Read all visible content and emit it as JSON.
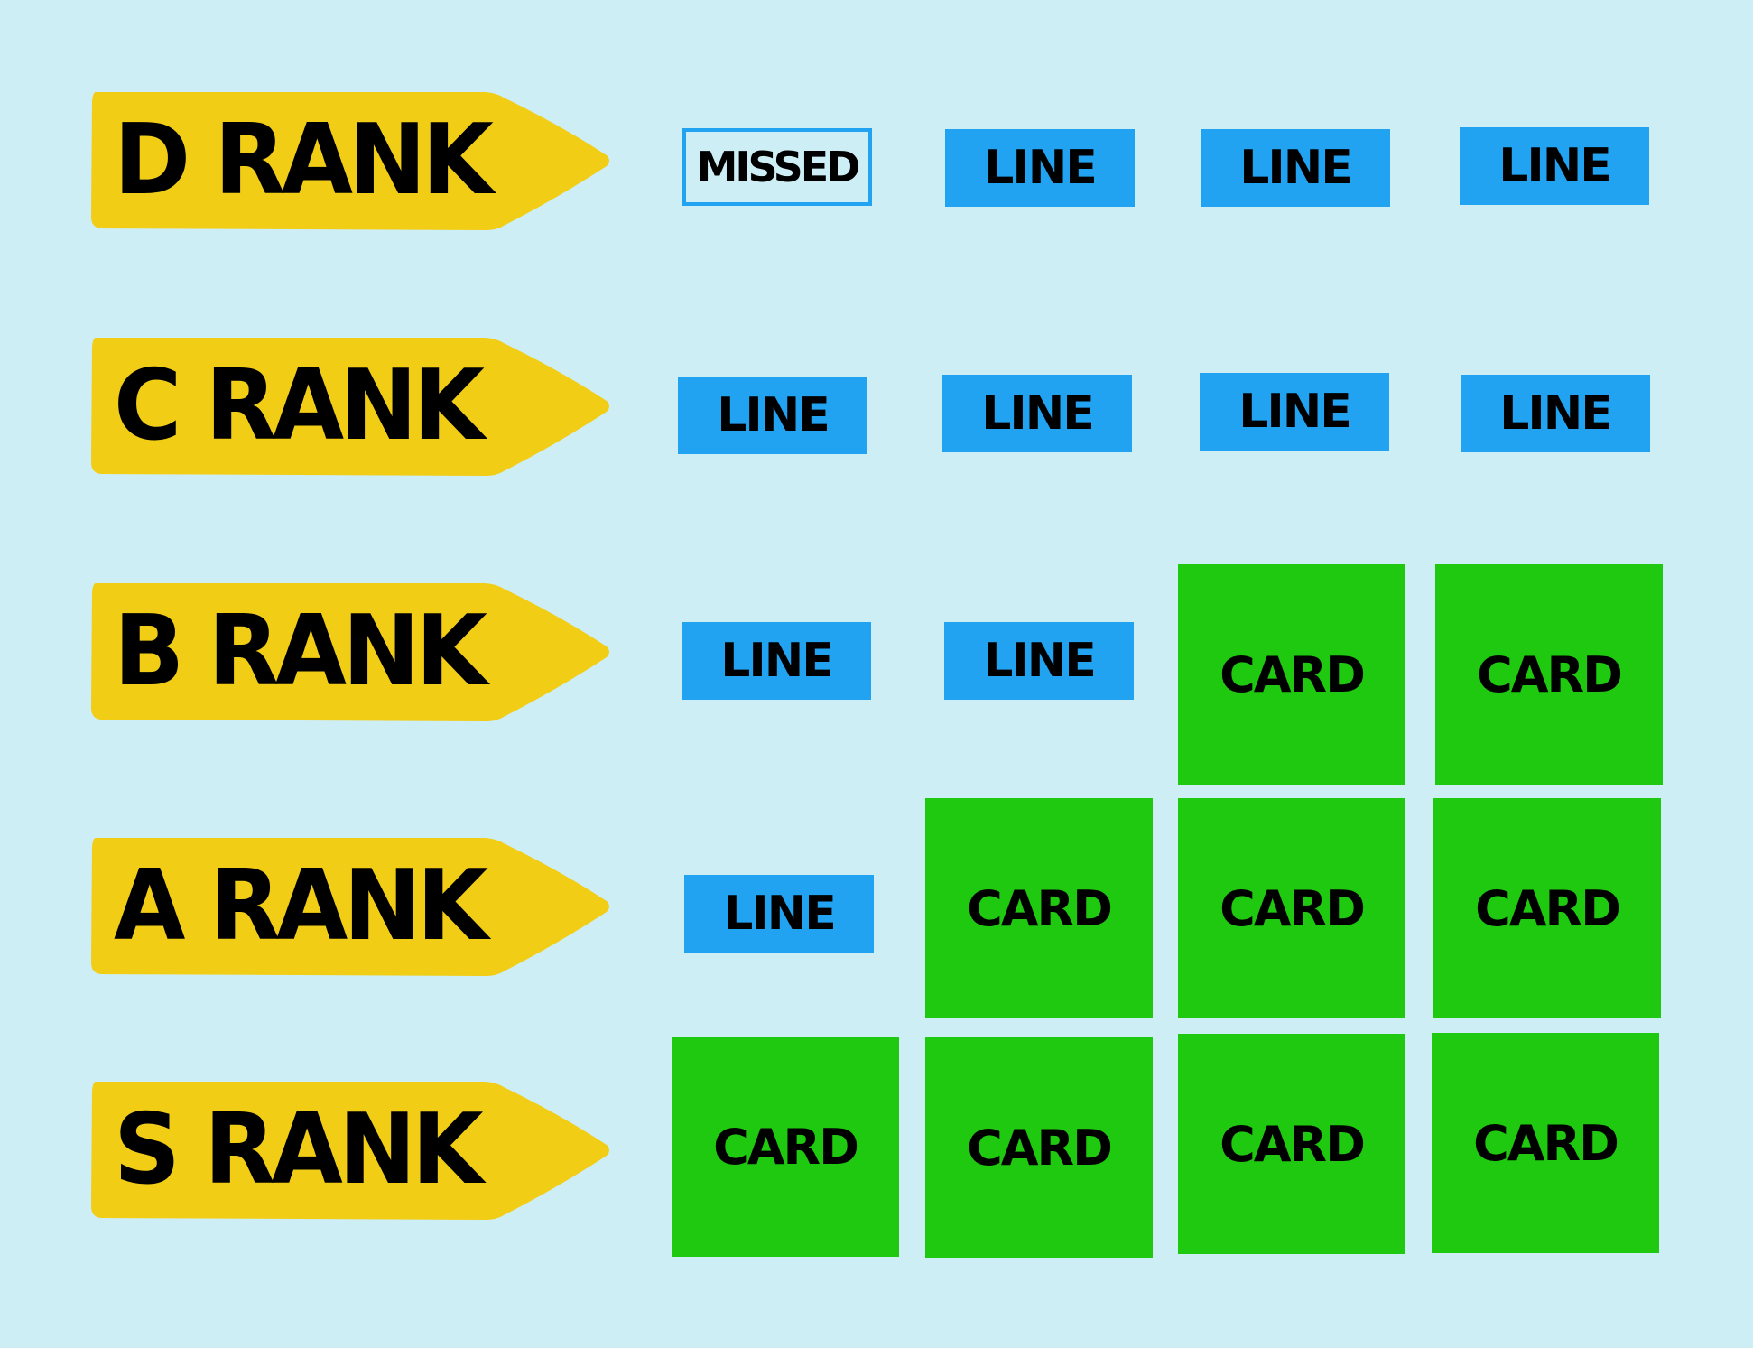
{
  "rows": [
    {
      "rank_label": "D RANK",
      "tiles": [
        {
          "type": "missed",
          "label": "MISSED"
        },
        {
          "type": "line",
          "label": "LINE"
        },
        {
          "type": "line",
          "label": "LINE"
        },
        {
          "type": "line",
          "label": "LINE"
        }
      ]
    },
    {
      "rank_label": "C RANK",
      "tiles": [
        {
          "type": "line",
          "label": "LINE"
        },
        {
          "type": "line",
          "label": "LINE"
        },
        {
          "type": "line",
          "label": "LINE"
        },
        {
          "type": "line",
          "label": "LINE"
        }
      ]
    },
    {
      "rank_label": "B RANK",
      "tiles": [
        {
          "type": "line",
          "label": "LINE"
        },
        {
          "type": "line",
          "label": "LINE"
        },
        {
          "type": "card",
          "label": "CARD"
        },
        {
          "type": "card",
          "label": "CARD"
        }
      ]
    },
    {
      "rank_label": "A RANK",
      "tiles": [
        {
          "type": "line",
          "label": "LINE"
        },
        {
          "type": "card",
          "label": "CARD"
        },
        {
          "type": "card",
          "label": "CARD"
        },
        {
          "type": "card",
          "label": "CARD"
        }
      ]
    },
    {
      "rank_label": "S RANK",
      "tiles": [
        {
          "type": "card",
          "label": "CARD"
        },
        {
          "type": "card",
          "label": "CARD"
        },
        {
          "type": "card",
          "label": "CARD"
        },
        {
          "type": "card",
          "label": "CARD"
        }
      ]
    }
  ],
  "colors": {
    "background": "#cdeef5",
    "banner": "#f2cd16",
    "line_tile": "#22a3f2",
    "card_tile": "#1ec90f",
    "text": "#000000"
  }
}
